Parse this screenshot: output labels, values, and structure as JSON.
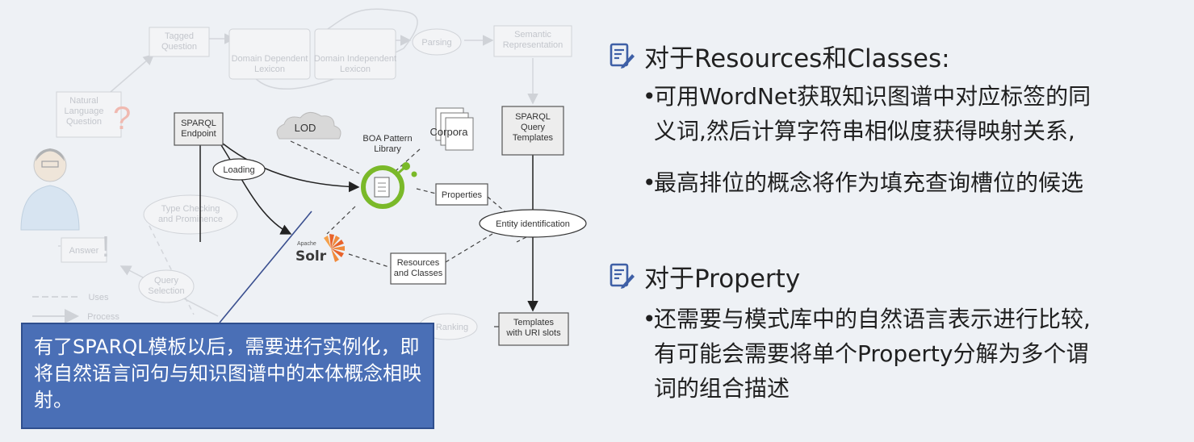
{
  "diagram": {
    "nodes": {
      "tagged_question": "Tagged\nQuestion",
      "domain_dependent": "Domain Dependent\nLexicon",
      "domain_independent": "Domain Independent\nLexicon",
      "parsing": "Parsing",
      "semantic_representation": "Semantic\nRepresentation",
      "natural_language_question": "Natural\nLanguage\nQuestion",
      "sparql_endpoint": "SPARQL\nEndpoint",
      "lod": "LOD",
      "boa_pattern_library": "BOA Pattern\nLibrary",
      "corpora": "Corpora",
      "sparql_query_templates": "SPARQL\nQuery\nTemplates",
      "loading": "Loading",
      "properties": "Properties",
      "type_checking": "Type Checking\nand Prominence",
      "entity_identification": "Entity identification",
      "answer": "Answer",
      "solr_brand": "Apache",
      "solr": "Solr",
      "resources_and_classes": "Resources\nand Classes",
      "query_selection": "Query\nSelection",
      "templates_with_uri_slots": "Templates\nwith URI slots",
      "ranking": "Ranking",
      "legend_uses": "Uses",
      "legend_process": "Process"
    }
  },
  "callout": {
    "text": "有了SPARQL模板以后，需要进行实例化，即将自然语言问句与知识图谱中的本体概念相映射。"
  },
  "sections": [
    {
      "icon": "note-pen-icon",
      "heading": "对于Resources和Classes:",
      "bullets": [
        [
          "可用WordNet获取知识图谱中对应标签的同",
          "义词,然后计算字符串相似度获得映射关系,"
        ],
        [
          "最高排位的概念将作为填充查询槽位的候选"
        ]
      ]
    },
    {
      "icon": "note-pen-icon",
      "heading": "对于Property",
      "bullets": [
        [
          "还需要与模式库中的自然语言表示进行比较,",
          "有可能会需要将单个Property分解为多个谓",
          "词的组合描述"
        ]
      ]
    }
  ],
  "colors": {
    "callout_bg": "#4a6fb6",
    "callout_border": "#2f4f8e",
    "boa_green": "#7ab929",
    "solr_orange": "#e8632b",
    "icon_blue": "#3e5fa6"
  }
}
